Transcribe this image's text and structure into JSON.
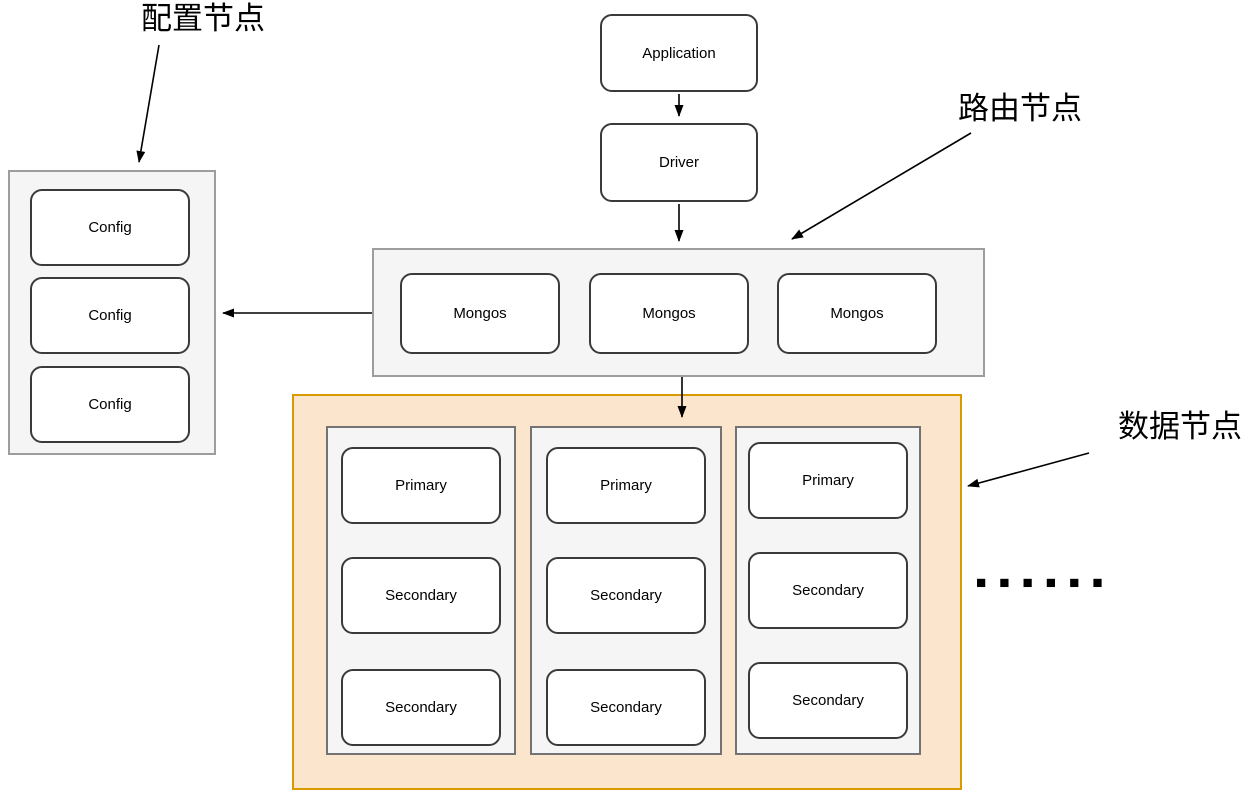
{
  "diagram": {
    "annotations": {
      "config_label": "配置节点",
      "router_label": "路由节点",
      "data_label": "数据节点",
      "ellipsis": "■■■■■■"
    },
    "app_node": "Application",
    "driver_node": "Driver",
    "config_group": {
      "nodes": [
        "Config",
        "Config",
        "Config"
      ]
    },
    "router_group": {
      "nodes": [
        "Mongos",
        "Mongos",
        "Mongos"
      ]
    },
    "data_group": {
      "shards": [
        {
          "nodes": [
            "Primary",
            "Secondary",
            "Secondary"
          ]
        },
        {
          "nodes": [
            "Primary",
            "Secondary",
            "Secondary"
          ]
        },
        {
          "nodes": [
            "Primary",
            "Secondary",
            "Secondary"
          ]
        }
      ]
    },
    "colors": {
      "data_group_fill": "#FBE5CC",
      "data_group_stroke": "#D79B00",
      "group_fill": "#F5F5F5",
      "group_stroke": "#9D9D9D",
      "shard_stroke": "#737373",
      "node_stroke": "#3A3A3A",
      "arrow": "#000000"
    }
  }
}
